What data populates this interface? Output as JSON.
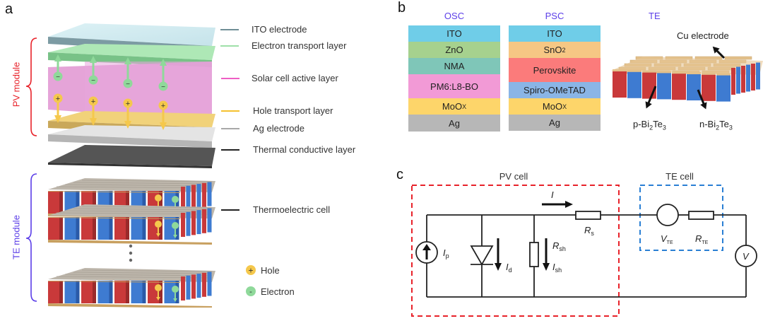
{
  "panels": {
    "a": {
      "label": "a",
      "brace_labels": {
        "pv": "PV module",
        "te": "TE module"
      },
      "brace_colors": {
        "pv": "#e8222a",
        "te": "#5b3ee8"
      },
      "legend": [
        {
          "label": "ITO electrode",
          "color": "#6f8e96"
        },
        {
          "label": "Electron transport layer",
          "color": "#9fe0a8"
        },
        {
          "label": "Solar cell active layer",
          "color": "#ee5fc4"
        },
        {
          "label": "Hole transport layer",
          "color": "#f5c12e"
        },
        {
          "label": "Ag electrode",
          "color": "#a8a8a8"
        },
        {
          "label": "Thermal conductive layer",
          "color": "#222222"
        },
        {
          "label": "Thermoelectric cell",
          "color": "#222222"
        }
      ],
      "carriers": [
        {
          "label": "Hole",
          "symbol": "+",
          "color": "#f5c84c"
        },
        {
          "label": "Electron",
          "symbol": "-",
          "color": "#8fd99a"
        }
      ]
    },
    "b": {
      "label": "b",
      "stacks": [
        {
          "title": "OSC",
          "layers": [
            {
              "name": "ITO",
              "sub": "",
              "color": "#6fcde8"
            },
            {
              "name": "ZnO",
              "sub": "",
              "color": "#a6d18e"
            },
            {
              "name": "NMA",
              "sub": "",
              "color": "#7fc6b8"
            },
            {
              "name": "PM6:L8-BO",
              "sub": "",
              "color": "#f29ad6"
            },
            {
              "name": "MoO",
              "sub": "X",
              "color": "#fdd56a"
            },
            {
              "name": "Ag",
              "sub": "",
              "color": "#b7b7b7"
            }
          ]
        },
        {
          "title": "PSC",
          "layers": [
            {
              "name": "ITO",
              "sub": "",
              "color": "#6fcde8"
            },
            {
              "name": "SnO",
              "sub": "2",
              "color": "#f6c784"
            },
            {
              "name": "Perovskite",
              "sub": "",
              "color": "#fb7b7b"
            },
            {
              "name": "Spiro-OMeTAD",
              "sub": "",
              "color": "#8ab5e6"
            },
            {
              "name": "MoO",
              "sub": "X",
              "color": "#fdd56a"
            },
            {
              "name": "Ag",
              "sub": "",
              "color": "#b7b7b7"
            }
          ]
        }
      ],
      "te": {
        "title": "TE",
        "cu_label": "Cu electrode",
        "p_label": {
          "main": "p-Bi",
          "s1": "2",
          "mid": "Te",
          "s2": "3"
        },
        "n_label": {
          "main": "n-Bi",
          "s1": "2",
          "mid": "Te",
          "s2": "3"
        }
      }
    },
    "c": {
      "label": "c",
      "pv_box_label": "PV cell",
      "te_box_label": "TE cell",
      "pv_box_color": "#e8222a",
      "te_box_color": "#2a7fd4",
      "symbols": {
        "I": "I",
        "Ip": {
          "main": "I",
          "sub": "p"
        },
        "Id": {
          "main": "I",
          "sub": "d"
        },
        "Rsh": {
          "main": "R",
          "sub": "sh"
        },
        "Ish": {
          "main": "I",
          "sub": "sh"
        },
        "Rs": {
          "main": "R",
          "sub": "s"
        },
        "VTE": {
          "main": "V",
          "sub": "TE"
        },
        "RTE": {
          "main": "R",
          "sub": "TE"
        },
        "V": "V"
      }
    }
  }
}
